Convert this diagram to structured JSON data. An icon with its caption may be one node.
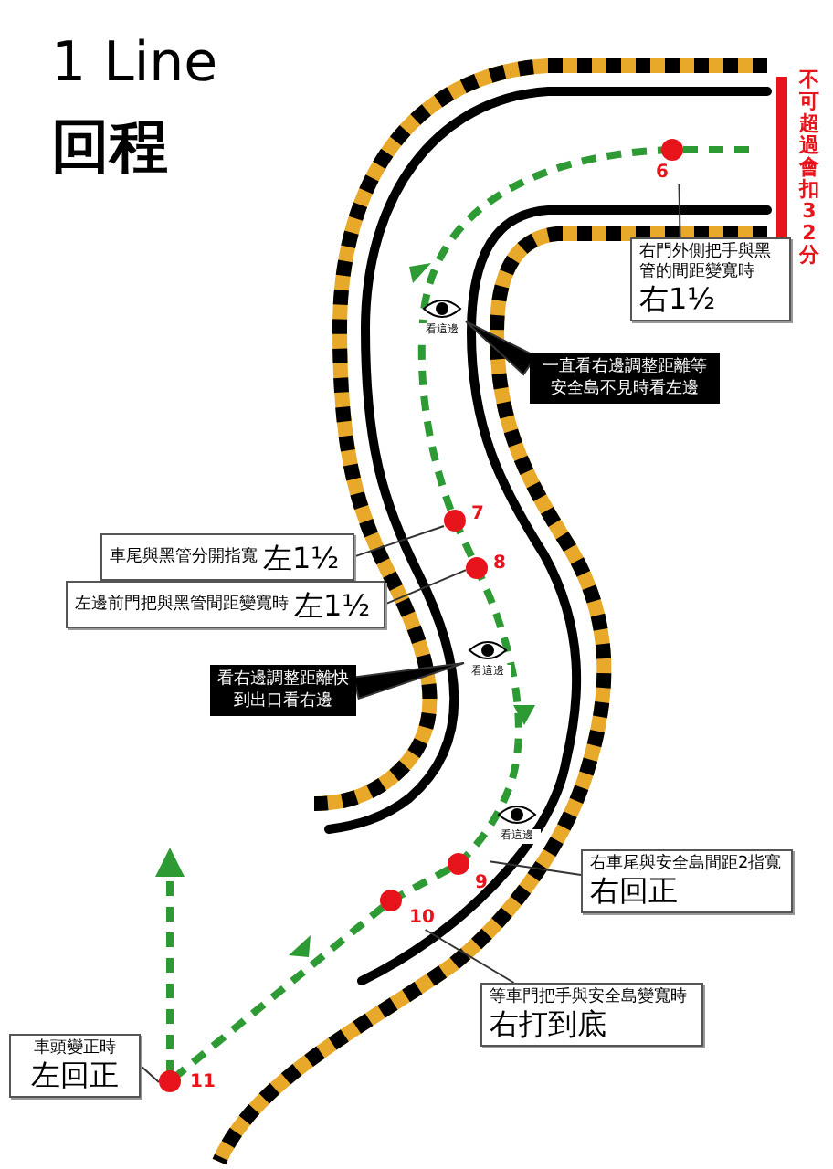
{
  "diagram": {
    "nodes": [
      {
        "text": [],
        "shape": "circle",
        "beside": [
          "6"
        ]
      },
      {
        "text": [
          "右門外側把手與黑管的間距變寬時",
          "右1½"
        ]
      },
      {
        "text": [
          "看這邊"
        ]
      },
      {
        "text": [
          "一直看右邊調整距離等安全島不見時看左邊"
        ]
      },
      {
        "text": [],
        "shape": "circle",
        "beside": [
          "7"
        ]
      },
      {
        "text": [
          "車尾與黑管分開指寬",
          "左1½"
        ]
      },
      {
        "text": [],
        "shape": "circle",
        "beside": [
          "8"
        ]
      },
      {
        "text": [
          "左邊前門把與黑管間距變寬時",
          "左1½"
        ]
      },
      {
        "text": [
          "看這邊"
        ]
      },
      {
        "text": [
          "看右邊調整距離快到出口看右邊"
        ]
      },
      {
        "text": [
          "看這邊"
        ]
      },
      {
        "text": [],
        "shape": "circle",
        "beside": [
          "9"
        ]
      },
      {
        "text": [
          "右車尾與安全島間距2指寬",
          "右回正"
        ]
      },
      {
        "text": [],
        "shape": "circle",
        "beside": [
          "10"
        ]
      },
      {
        "text": [
          "等車門把手與安全島變寬時",
          "右打到底"
        ]
      },
      {
        "text": [],
        "shape": "circle",
        "beside": [
          "11"
        ]
      },
      {
        "text": [
          "車頭變正時",
          "左回正"
        ]
      }
    ],
    "edges": [
      {
        "from": 1,
        "to": 0,
        "arrow": "none"
      },
      {
        "from": 3,
        "to": 2,
        "arrow": "none"
      },
      {
        "from": 5,
        "to": 4,
        "arrow": "none"
      },
      {
        "from": 7,
        "to": 6,
        "arrow": "none"
      },
      {
        "from": 9,
        "to": 8,
        "arrow": "none"
      },
      {
        "from": 12,
        "to": 11,
        "arrow": "none"
      },
      {
        "from": 14,
        "to": 13,
        "arrow": "none"
      },
      {
        "from": 16,
        "to": 15,
        "arrow": "none"
      }
    ],
    "labels": [
      "1 Line",
      "回程",
      "不可超過會扣32分"
    ]
  }
}
